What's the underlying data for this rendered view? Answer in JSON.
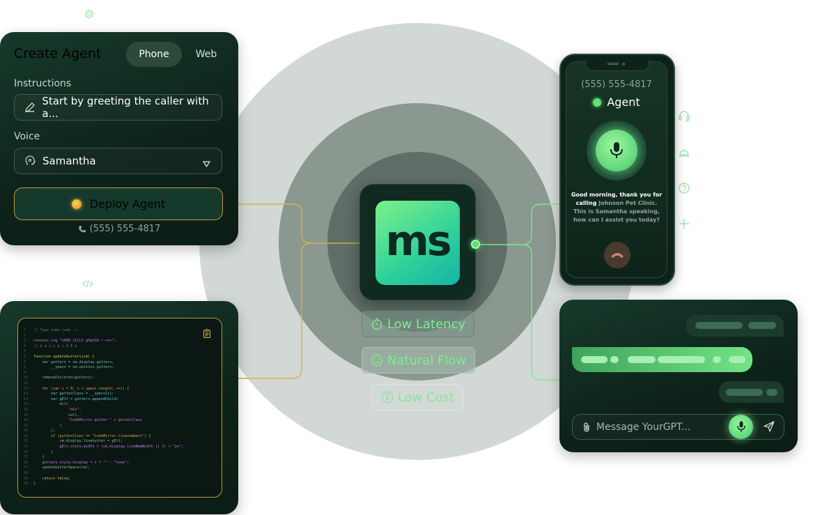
{
  "create_agent": {
    "title": "Create Agent",
    "tabs": [
      "Phone",
      "Web"
    ],
    "active_tab": "Phone",
    "instructions_label": "Instructions",
    "instructions_value": "Start by greeting the caller with a...",
    "voice_label": "Voice",
    "voice_value": "Samantha",
    "deploy_label": "Deploy Agent",
    "phone_number": "(555) 555-4817"
  },
  "code_editor": {
    "lines": [
      "// Type some code ->",
      "",
      "console.log \"oO08 iIlL1 g9qCGQ ~-+=>\";",
      "// â é ù ï ø ç Ã Ē ë",
      "",
      "function updateGutters(cm) {",
      "    var gutters = cm.display.gutters,",
      "        __specs = cm.options.gutters;",
      "",
      "    removeChildren(gutters);",
      "",
      "    for (var i = 0; i < specs.length; ++i) {",
      "        var gutterClass = __specs[i];",
      "        var gElt = gutters.appendChild(",
      "            elt(",
      "                \"div\",",
      "                null,",
      "                \"CodeMirror-gutter \" + gutterClass",
      "            )",
      "        );",
      "        if (gutterClass == \"CodeMirror-linenumbers\") {",
      "            cm.display.lineGutter = gElt;",
      "            gElt.style.width = (cm.display.lineNumWidth || 1) + \"px\";",
      "        }",
      "    }",
      "    gutters.style.display = i ? \"\" : \"none\";",
      "    updateGutterSpace(cm);",
      "",
      "    return false;",
      "}"
    ]
  },
  "logo": {
    "text": "ms"
  },
  "features": {
    "latency": "Low Latency",
    "flow": "Natural Flow",
    "cost": "Low Cost"
  },
  "phone_call": {
    "number": "(555) 555-4817",
    "caller": "Agent",
    "message_pre": "Good morning, thank you for calling ",
    "message_clinic": "Johnson Pet Clinic.",
    "message_post": " This is Samantha speaking, how can I assist you today?"
  },
  "chat": {
    "placeholder": "Message YourGPT..."
  },
  "icons": [
    "gear-icon",
    "code-icon",
    "headset-icon",
    "bell-icon",
    "help-icon",
    "plus-icon"
  ],
  "colors": {
    "accent_green": "#5ed67a",
    "accent_gold": "#d4b24a",
    "card_dark": "#0d2219"
  }
}
